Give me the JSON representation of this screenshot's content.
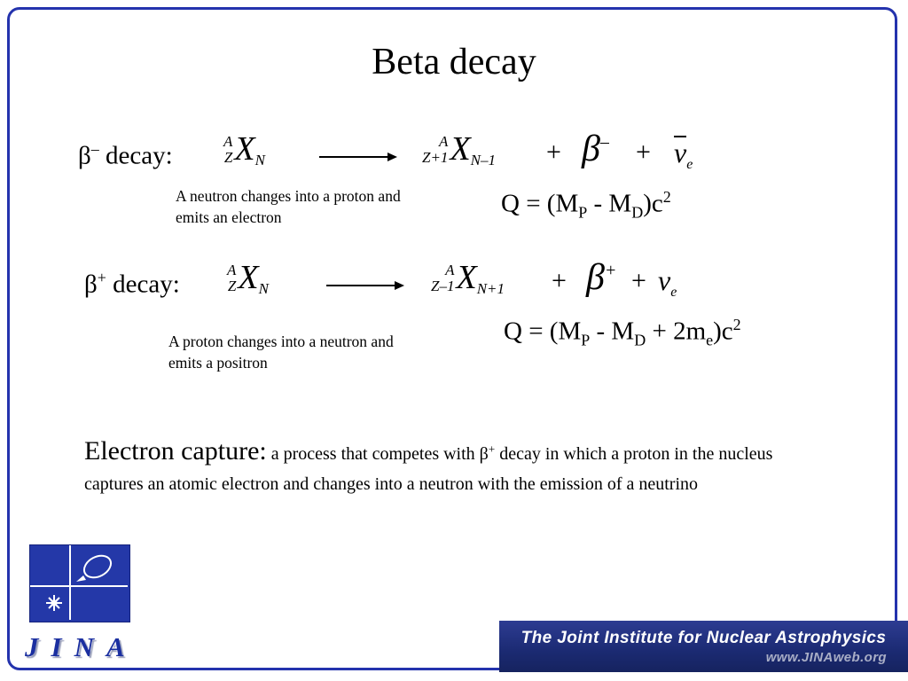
{
  "title": "Beta decay",
  "beta_minus": {
    "label": {
      "beta": "β",
      "sign": "–",
      "text": " decay:"
    },
    "lhs": {
      "mass": "A",
      "atomic": "Z",
      "element": "X",
      "neutron": "N"
    },
    "rhs": {
      "mass": "A",
      "atomic": "Z+1",
      "element": "X",
      "neutron": "N–1"
    },
    "plus1": "+",
    "beta": {
      "symbol": "β",
      "sign": "–"
    },
    "plus2": "+",
    "neutrino": {
      "symbol": "ν",
      "sub": "e"
    },
    "caption_line1": "A neutron changes into a proton and",
    "caption_line2": "emits an electron",
    "q": {
      "p1": "Q = (M",
      "s1": "P",
      "p2": " - M",
      "s2": "D",
      "p3": ")c",
      "sup": "2"
    }
  },
  "beta_plus": {
    "label": {
      "beta": "β",
      "sign": "+",
      "text": " decay:"
    },
    "lhs": {
      "mass": "A",
      "atomic": "Z",
      "element": "X",
      "neutron": "N"
    },
    "rhs": {
      "mass": "A",
      "atomic": "Z–1",
      "element": "X",
      "neutron": "N+1"
    },
    "plus1": "+",
    "beta": {
      "symbol": "β",
      "sign": "+"
    },
    "plus2": "+",
    "neutrino": {
      "symbol": "ν",
      "sub": "e"
    },
    "caption_line1": "A proton changes into a neutron and",
    "caption_line2": "emits a positron",
    "q": {
      "p1": "Q = (M",
      "s1": "P",
      "p2": " - M",
      "s2": "D",
      "p3": " + 2m",
      "s3": "e",
      "p4": ")c",
      "sup": "2"
    }
  },
  "electron_capture": {
    "heading": "Electron capture:",
    "body1": " a process that competes with β",
    "body_sup": "+",
    "body2": " decay in which a proton in the nucleus captures an atomic electron and changes into a neutron with the emission of a neutrino"
  },
  "footer": {
    "banner_line1": "The Joint Institute for Nuclear Astrophysics",
    "banner_line2": "www.JINAweb.org",
    "logo_letters": [
      "J",
      "I",
      "N",
      "A"
    ]
  },
  "colors": {
    "frame_blue": "#2433ad",
    "banner_blue": "#1b2a72",
    "logo_blue": "#2438a8"
  }
}
